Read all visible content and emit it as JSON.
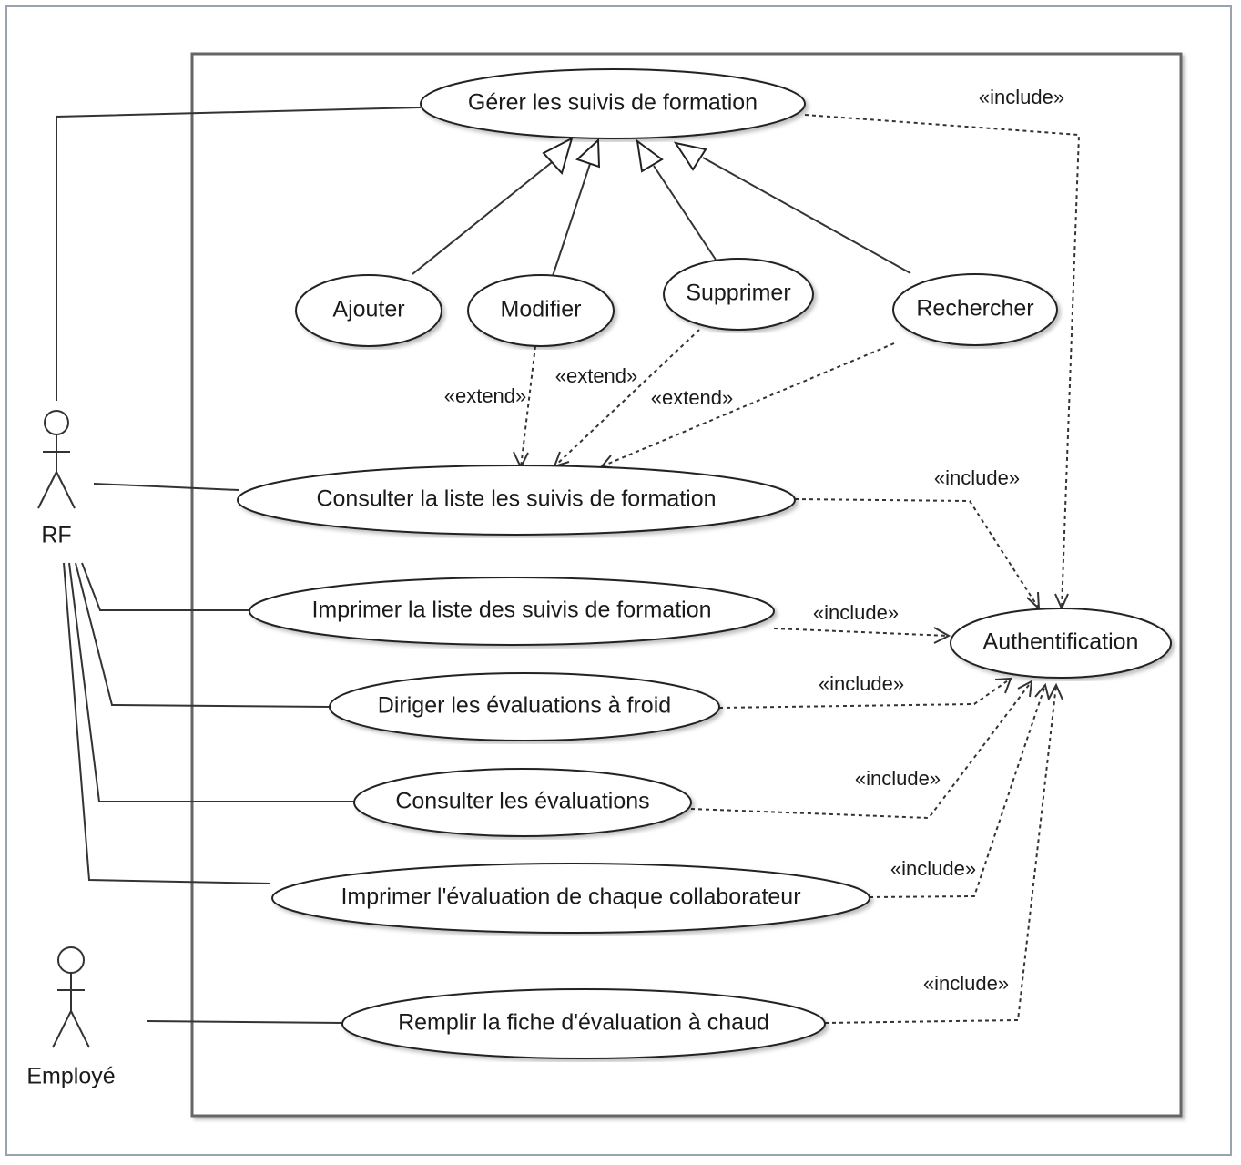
{
  "actors": {
    "rf": "RF",
    "employe": "Employé"
  },
  "use_cases": {
    "gerer": "Gérer les suivis de formation",
    "ajouter": "Ajouter",
    "modifier": "Modifier",
    "supprimer": "Supprimer",
    "rechercher": "Rechercher",
    "consulter_liste": "Consulter la liste les suivis de formation",
    "imprimer_liste": "Imprimer la liste des suivis de formation",
    "diriger": "Diriger les évaluations à froid",
    "consulter_evals": "Consulter les évaluations",
    "imprimer_eval": "Imprimer l'évaluation de chaque collaborateur",
    "remplir": "Remplir la fiche d'évaluation à chaud",
    "auth": "Authentification"
  },
  "relations": {
    "include": "«include»",
    "extend": "«extend»"
  },
  "colors": {
    "frame_border": "#9aa3ad",
    "system_border": "#666666",
    "line": "#333333"
  }
}
